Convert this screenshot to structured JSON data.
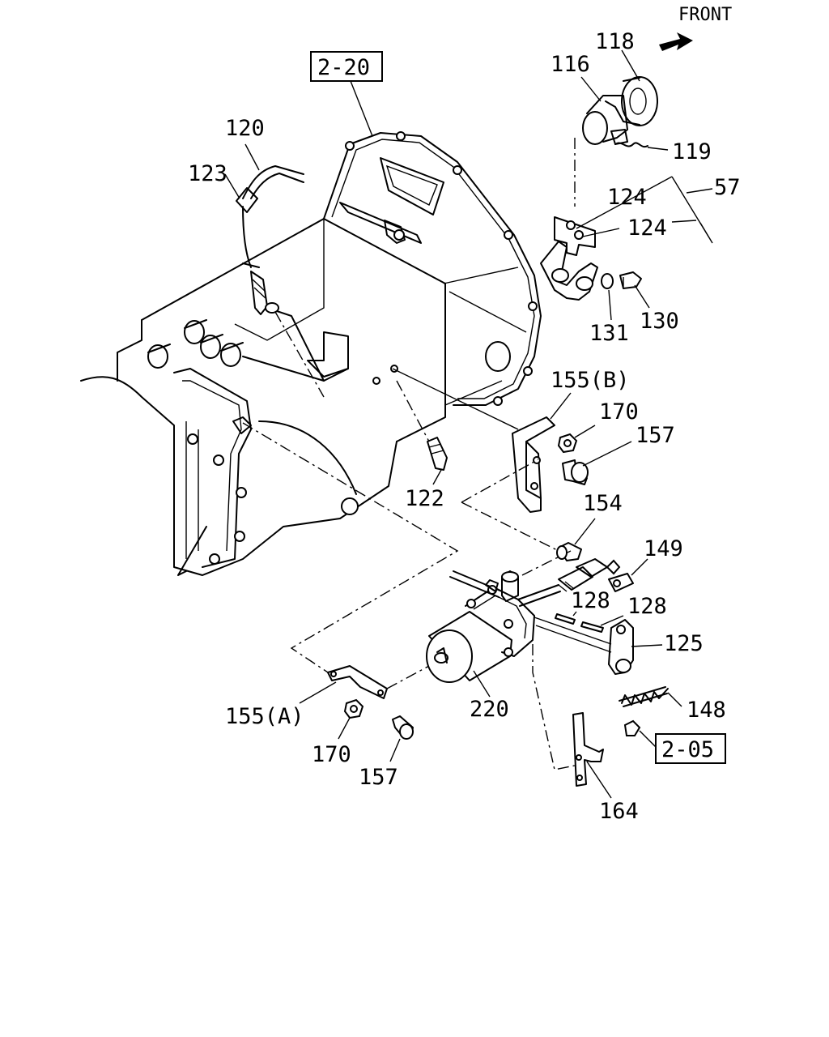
{
  "front_label": "FRONT",
  "ref_boxes": {
    "top": "2-20",
    "bottom": "2-05"
  },
  "callouts": {
    "p118": "118",
    "p116": "116",
    "p119": "119",
    "p120": "120",
    "p123": "123",
    "p124a": "124",
    "p124b": "124",
    "p57": "57",
    "p131": "131",
    "p130": "130",
    "p155b": "155(B)",
    "p170a": "170",
    "p157a": "157",
    "p122": "122",
    "p154": "154",
    "p149": "149",
    "p128a": "128",
    "p128b": "128",
    "p125": "125",
    "p220": "220",
    "p148": "148",
    "p155a": "155(A)",
    "p170b": "170",
    "p157b": "157",
    "p164": "164"
  },
  "icons": {
    "front_arrow": "front-arrow-icon"
  }
}
